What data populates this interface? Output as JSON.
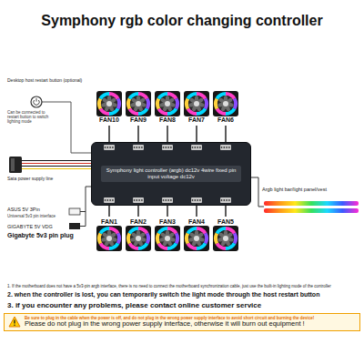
{
  "diagram": {
    "title": "Symphony rgb color changing controller",
    "nodes": [
      {
        "text": [
          "FAN10"
        ]
      },
      {
        "text": [
          "FAN9"
        ]
      },
      {
        "text": [
          "FAN8"
        ]
      },
      {
        "text": [
          "FAN7"
        ]
      },
      {
        "text": [
          "FAN6"
        ]
      },
      {
        "text": [
          "Symphony light controller (argb) dc12v 4wire fixed pin input voltage dc12v"
        ]
      },
      {
        "text": [
          "FAN1"
        ]
      },
      {
        "text": [
          "FAN2"
        ]
      },
      {
        "text": [
          "FAN3"
        ]
      },
      {
        "text": [
          "FAN4"
        ]
      },
      {
        "text": [
          "FAN5"
        ]
      },
      {
        "text": [
          "Be sure to plug in the cable when the power is off, and do not plug in the wrong power supply interface to avoid short circuit and burning the device!",
          "Please do not plug in the wrong power supply interface, otherwise it will burn out equipment !"
        ]
      }
    ],
    "edges": [
      {
        "from": 5,
        "to": 0,
        "arrow": "none"
      },
      {
        "from": 5,
        "to": 1,
        "arrow": "none"
      },
      {
        "from": 5,
        "to": 2,
        "arrow": "none"
      },
      {
        "from": 5,
        "to": 3,
        "arrow": "none"
      },
      {
        "from": 5,
        "to": 4,
        "arrow": "none"
      },
      {
        "from": 5,
        "to": 6,
        "arrow": "none"
      },
      {
        "from": 5,
        "to": 7,
        "arrow": "none"
      },
      {
        "from": 5,
        "to": 8,
        "arrow": "none"
      },
      {
        "from": 5,
        "to": 9,
        "arrow": "none"
      },
      {
        "from": 5,
        "to": 10,
        "arrow": "none"
      }
    ],
    "labels": [
      "Desktop host restart button (optional)",
      "Can be connected to restart button to switch lighting mode",
      "Sata power supply line",
      "ASUS 5V 3Pin",
      "Universal 5v3 pin interface",
      "GIGABYTE 5V VDG",
      "Gigabyte 5v3 pin plug",
      "Argb light bar/light panel/vest",
      "1. If the motherboard does not have a 5v3-pin argb interface, there is no need to connect the motherboard synchronization cable, just use the built-in lighting mode of the controller",
      "2. when the controller is lost, you can temporarily switch the light mode through the host restart button",
      "3. if you encounter any problems, please contact online customer service"
    ]
  }
}
